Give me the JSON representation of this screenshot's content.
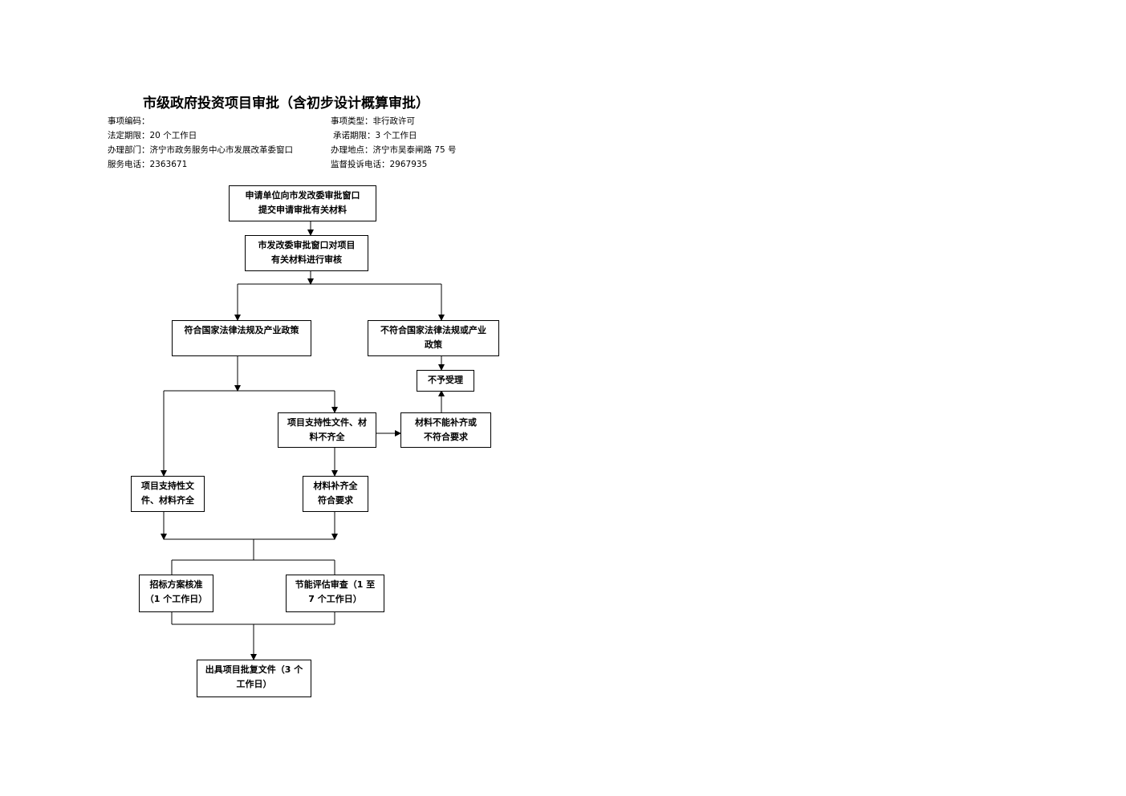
{
  "title": "市级政府投资项目审批（含初步设计概算审批）",
  "info": {
    "item_code": "事项编码：",
    "item_type": "事项类型：非行政许可",
    "legal_limit": "法定期限：20 个工作日",
    "promised_limit": "承诺期限：3 个工作日",
    "department": "办理部门：济宁市政务服务中心市发展改革委窗口",
    "location": "办理地点：济宁市吴泰闸路 75 号",
    "service_phone": "服务电话：2363671",
    "complaint_phone": "监督投诉电话：2967935"
  },
  "flow": {
    "submit": [
      "申请单位向市发改委审批窗口",
      "提交申请审批有关材料"
    ],
    "review": [
      "市发改委审批窗口对项目",
      "有关材料进行审核"
    ],
    "compliant": [
      "符合国家法律法规及产业政策"
    ],
    "noncompliant": [
      "不符合国家法律法规或产业",
      "政策"
    ],
    "reject": [
      "不予受理"
    ],
    "incomplete": [
      "项目支持性文件、材",
      "料不齐全"
    ],
    "cannot_supplement": [
      "材料不能补齐或",
      "不符合要求"
    ],
    "complete": [
      "项目支持性文",
      "件、材料齐全"
    ],
    "supplemented": [
      "材料补齐全",
      "符合要求"
    ],
    "bidding": [
      "招标方案核准",
      "（1 个工作日）"
    ],
    "energy": [
      "节能评估审查（1 至",
      "7 个工作日）"
    ],
    "issue": [
      "出具项目批复文件（3 个",
      "工作日）"
    ]
  }
}
